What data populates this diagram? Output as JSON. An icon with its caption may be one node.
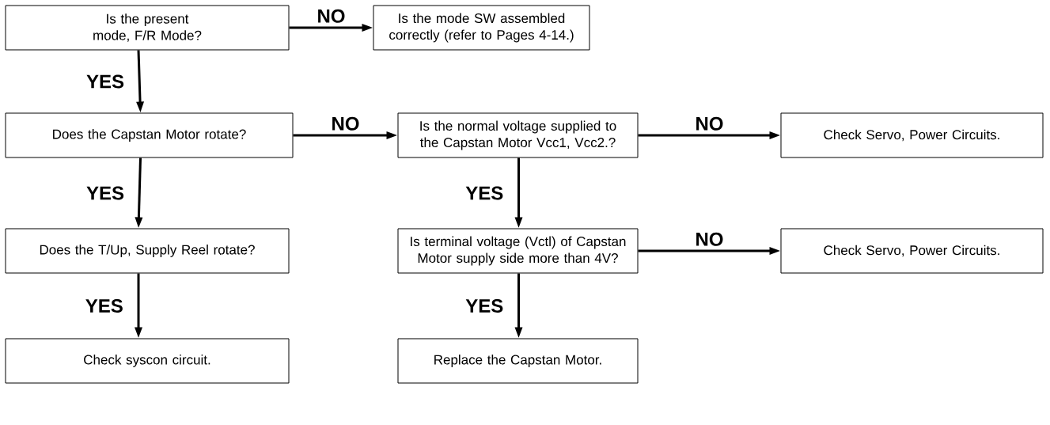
{
  "diagram": {
    "nodes": [
      {
        "text": [
          "Is the present mode, F/R Mode?"
        ]
      },
      {
        "text": [
          "Is the mode SW assembled correctly (refer to Pages 4-14.)"
        ]
      },
      {
        "text": [
          "Does the Capstan Motor rotate?"
        ]
      },
      {
        "text": [
          "Is the normal voltage supplied to the Capstan Motor Vcc1, Vcc2.?"
        ]
      },
      {
        "text": [
          "Check Servo, Power Circuits."
        ]
      },
      {
        "text": [
          "Does the T/Up, Supply Reel rotate?"
        ]
      },
      {
        "text": [
          "Is terminal voltage (Vctl) of Capstan Motor supply side more than 4V?"
        ]
      },
      {
        "text": [
          "Check Servo, Power Circuits."
        ]
      },
      {
        "text": [
          "Check syscon circuit."
        ]
      },
      {
        "text": [
          "Replace the Capstan Motor."
        ]
      }
    ],
    "edges": [
      {
        "from": 0,
        "to": 1,
        "arrow": "to",
        "label": "NO"
      },
      {
        "from": 0,
        "to": 2,
        "arrow": "to",
        "label": "YES"
      },
      {
        "from": 2,
        "to": 3,
        "arrow": "to",
        "label": "NO"
      },
      {
        "from": 3,
        "to": 4,
        "arrow": "to",
        "label": "NO"
      },
      {
        "from": 2,
        "to": 5,
        "arrow": "to",
        "label": "YES"
      },
      {
        "from": 3,
        "to": 6,
        "arrow": "to",
        "label": "YES"
      },
      {
        "from": 6,
        "to": 7,
        "arrow": "to",
        "label": "NO"
      },
      {
        "from": 5,
        "to": 8,
        "arrow": "to",
        "label": "YES"
      },
      {
        "from": 6,
        "to": 9,
        "arrow": "to",
        "label": "YES"
      }
    ]
  }
}
